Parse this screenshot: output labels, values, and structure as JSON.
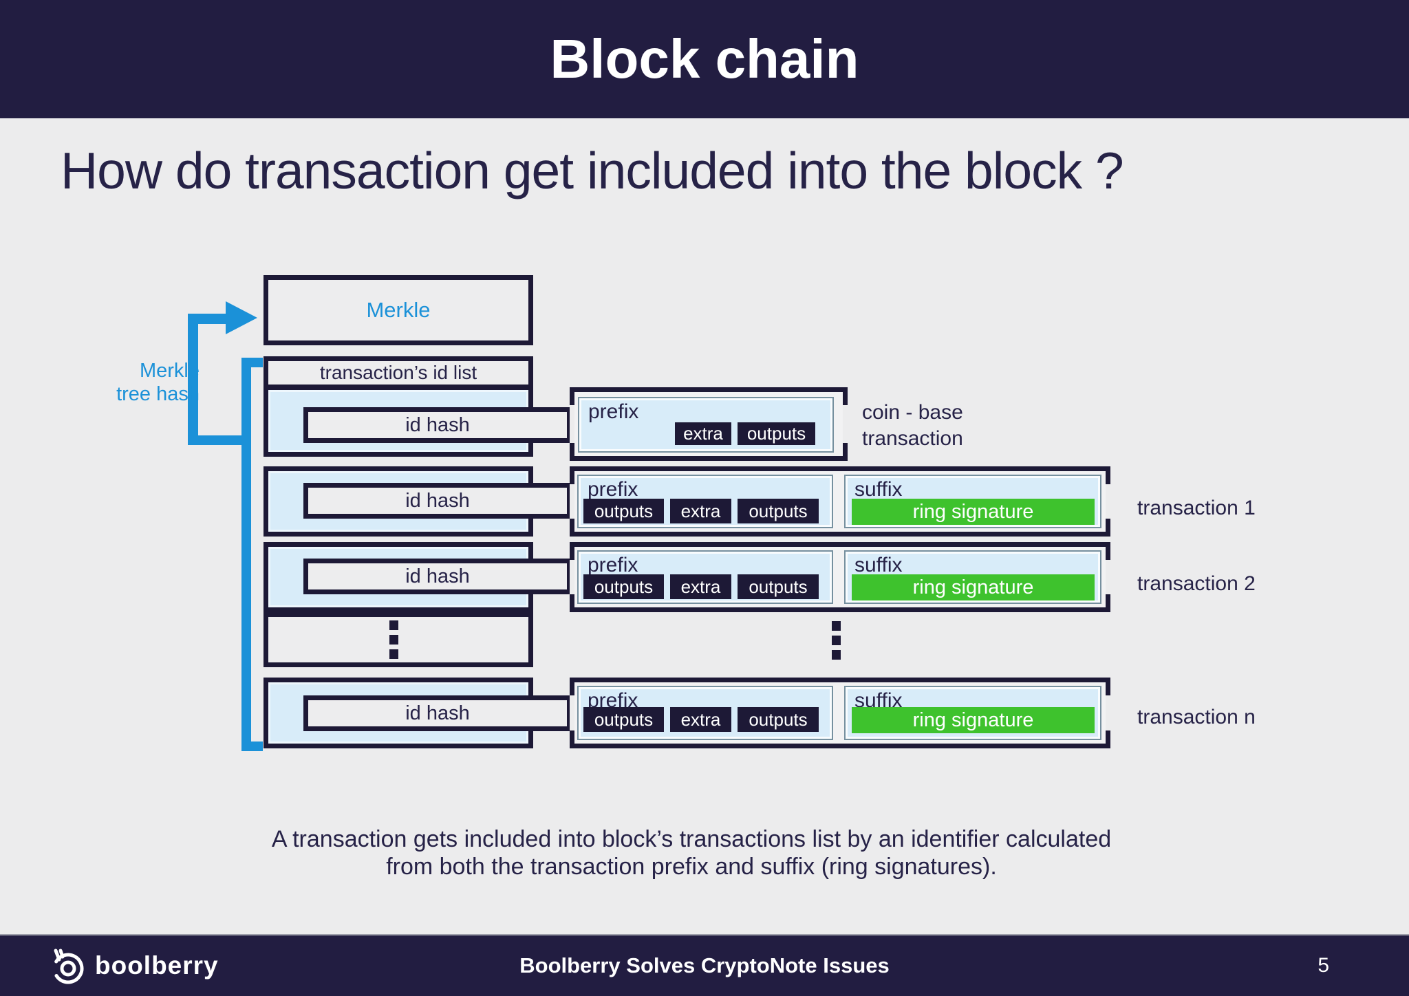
{
  "header": {
    "title": "Block chain"
  },
  "main": {
    "heading": "How do transaction get included into the block ?",
    "caption": {
      "line1": "A transaction gets included into block’s transactions list by an identifier calculated",
      "line2": "from both the  transaction prefix and suffix (ring signatures)."
    }
  },
  "diagram": {
    "merkle_box_label": "Merkle",
    "tree_hash_label": {
      "line1": "Merkle",
      "line2": "tree hash"
    },
    "tx_id_list_label": "transaction’s id list",
    "id_hash_label": "id hash",
    "rows": [
      {
        "name": "coin-base",
        "prefix_label": "prefix",
        "badges": [
          "extra",
          "outputs"
        ],
        "label_line1": "coin - base",
        "label_line2": "transaction"
      },
      {
        "name": "transaction-1",
        "prefix_label": "prefix",
        "suffix_label": "suffix",
        "badges": [
          "outputs",
          "extra",
          "outputs"
        ],
        "ring_label": "ring signature",
        "label": "transaction 1"
      },
      {
        "name": "transaction-2",
        "prefix_label": "prefix",
        "suffix_label": "suffix",
        "badges": [
          "outputs",
          "extra",
          "outputs"
        ],
        "ring_label": "ring signature",
        "label": "transaction 2"
      },
      {
        "name": "transaction-n",
        "prefix_label": "prefix",
        "suffix_label": "suffix",
        "badges": [
          "outputs",
          "extra",
          "outputs"
        ],
        "ring_label": "ring signature",
        "label": "transaction n"
      }
    ],
    "colors": {
      "accent_blue": "#1b91d8",
      "light_blue": "#d8ecf9",
      "navy": "#221d41",
      "border_navy": "#1d1936",
      "green": "#3ec22d",
      "page_bg": "#ececed"
    },
    "icons": [
      "boolberry-logo-icon"
    ]
  },
  "footer": {
    "brand": "boolberry",
    "title": "Boolberry Solves CryptoNote Issues",
    "page_number": "5"
  }
}
